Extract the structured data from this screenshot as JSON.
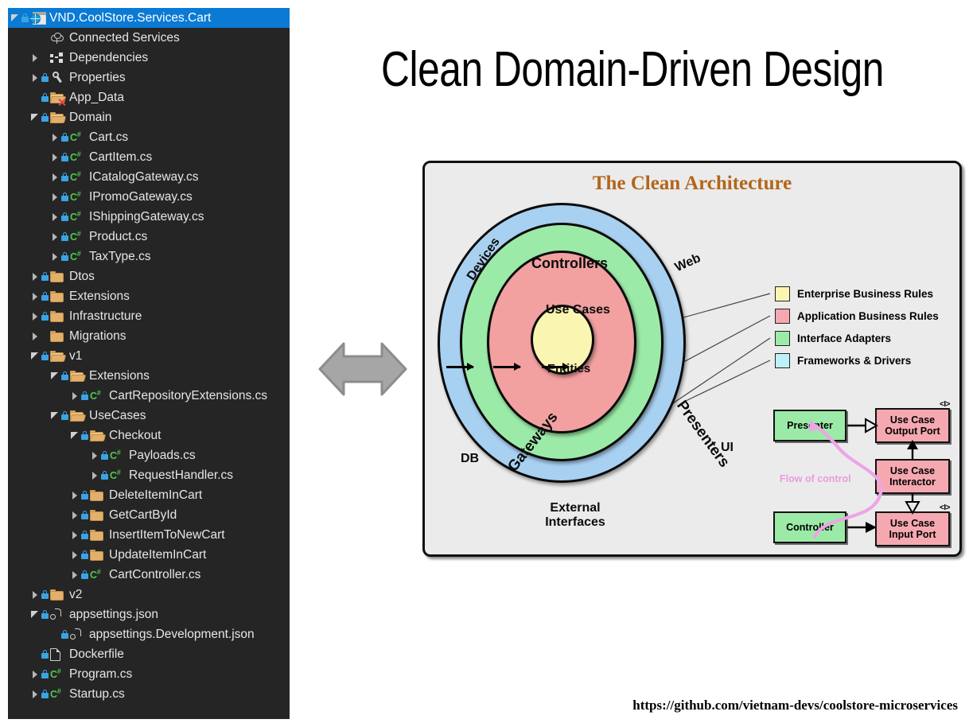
{
  "solution_explorer": {
    "project_title": "VND.CoolStore.Services.Cart",
    "tree": [
      {
        "label": "VND.CoolStore.Services.Cart",
        "depth": 0,
        "twisty": "expanded",
        "icon": "web-project-icon",
        "lock": true,
        "selected": true
      },
      {
        "label": "Connected Services",
        "depth": 1,
        "twisty": "none",
        "icon": "cloud-icon",
        "lock": false
      },
      {
        "label": "Dependencies",
        "depth": 1,
        "twisty": "collapsed",
        "icon": "dependencies-icon",
        "lock": false
      },
      {
        "label": "Properties",
        "depth": 1,
        "twisty": "collapsed",
        "icon": "wrench-icon",
        "lock": true
      },
      {
        "label": "App_Data",
        "depth": 1,
        "twisty": "none",
        "icon": "folder-open-error-icon",
        "lock": true
      },
      {
        "label": "Domain",
        "depth": 1,
        "twisty": "expanded",
        "icon": "folder-open-icon",
        "lock": true
      },
      {
        "label": "Cart.cs",
        "depth": 2,
        "twisty": "collapsed",
        "icon": "csharp-icon",
        "lock": true
      },
      {
        "label": "CartItem.cs",
        "depth": 2,
        "twisty": "collapsed",
        "icon": "csharp-icon",
        "lock": true
      },
      {
        "label": "ICatalogGateway.cs",
        "depth": 2,
        "twisty": "collapsed",
        "icon": "csharp-icon",
        "lock": true
      },
      {
        "label": "IPromoGateway.cs",
        "depth": 2,
        "twisty": "collapsed",
        "icon": "csharp-icon",
        "lock": true
      },
      {
        "label": "IShippingGateway.cs",
        "depth": 2,
        "twisty": "collapsed",
        "icon": "csharp-icon",
        "lock": true
      },
      {
        "label": "Product.cs",
        "depth": 2,
        "twisty": "collapsed",
        "icon": "csharp-icon",
        "lock": true
      },
      {
        "label": "TaxType.cs",
        "depth": 2,
        "twisty": "collapsed",
        "icon": "csharp-icon",
        "lock": true
      },
      {
        "label": "Dtos",
        "depth": 1,
        "twisty": "collapsed",
        "icon": "folder-icon",
        "lock": true
      },
      {
        "label": "Extensions",
        "depth": 1,
        "twisty": "collapsed",
        "icon": "folder-icon",
        "lock": true
      },
      {
        "label": "Infrastructure",
        "depth": 1,
        "twisty": "collapsed",
        "icon": "folder-icon",
        "lock": true
      },
      {
        "label": "Migrations",
        "depth": 1,
        "twisty": "collapsed",
        "icon": "folder-icon",
        "lock": false
      },
      {
        "label": "v1",
        "depth": 1,
        "twisty": "expanded",
        "icon": "folder-open-icon",
        "lock": true
      },
      {
        "label": "Extensions",
        "depth": 2,
        "twisty": "expanded",
        "icon": "folder-open-icon",
        "lock": true
      },
      {
        "label": "CartRepositoryExtensions.cs",
        "depth": 3,
        "twisty": "collapsed",
        "icon": "csharp-icon",
        "lock": true
      },
      {
        "label": "UseCases",
        "depth": 2,
        "twisty": "expanded",
        "icon": "folder-open-icon",
        "lock": true
      },
      {
        "label": "Checkout",
        "depth": 3,
        "twisty": "expanded",
        "icon": "folder-open-icon",
        "lock": true
      },
      {
        "label": "Payloads.cs",
        "depth": 4,
        "twisty": "collapsed",
        "icon": "csharp-icon",
        "lock": true
      },
      {
        "label": "RequestHandler.cs",
        "depth": 4,
        "twisty": "collapsed",
        "icon": "csharp-icon",
        "lock": true
      },
      {
        "label": "DeleteItemInCart",
        "depth": 3,
        "twisty": "collapsed",
        "icon": "folder-icon",
        "lock": true
      },
      {
        "label": "GetCartById",
        "depth": 3,
        "twisty": "collapsed",
        "icon": "folder-icon",
        "lock": true
      },
      {
        "label": "InsertItemToNewCart",
        "depth": 3,
        "twisty": "collapsed",
        "icon": "folder-icon",
        "lock": true
      },
      {
        "label": "UpdateItemInCart",
        "depth": 3,
        "twisty": "collapsed",
        "icon": "folder-icon",
        "lock": true
      },
      {
        "label": "CartController.cs",
        "depth": 3,
        "twisty": "collapsed",
        "icon": "csharp-icon",
        "lock": true
      },
      {
        "label": "v2",
        "depth": 1,
        "twisty": "collapsed",
        "icon": "folder-icon",
        "lock": true
      },
      {
        "label": "appsettings.json",
        "depth": 1,
        "twisty": "expanded",
        "icon": "json-icon",
        "lock": true
      },
      {
        "label": "appsettings.Development.json",
        "depth": 2,
        "twisty": "none",
        "icon": "json-icon",
        "lock": true
      },
      {
        "label": "Dockerfile",
        "depth": 1,
        "twisty": "none",
        "icon": "file-icon",
        "lock": true
      },
      {
        "label": "Program.cs",
        "depth": 1,
        "twisty": "collapsed",
        "icon": "csharp-icon",
        "lock": true
      },
      {
        "label": "Startup.cs",
        "depth": 1,
        "twisty": "collapsed",
        "icon": "csharp-icon",
        "lock": true
      }
    ]
  },
  "slide": {
    "title": "Clean Domain-Driven Design",
    "footer_url": "https://github.com/vietnam-devs/coolstore-microservices",
    "swap_arrow_icon": "double-arrow-horizontal-icon"
  },
  "clean_architecture": {
    "title": "The Clean Architecture",
    "rings": [
      {
        "name": "Frameworks & Drivers",
        "color": "#a8d0f0"
      },
      {
        "name": "Interface Adapters",
        "color": "#9ceaa7"
      },
      {
        "name": "Application Business Rules",
        "color": "#f2a0a0"
      },
      {
        "name": "Enterprise Business Rules",
        "color": "#faf5b0"
      }
    ],
    "ring_labels": {
      "devices": "Devices",
      "web": "Web",
      "db": "DB",
      "ui": "UI",
      "gateways": "Gateways",
      "presenters": "Presenters",
      "controllers": "Controllers",
      "use_cases": "Use Cases",
      "entities": "Entities",
      "external_interfaces": "External\nInterfaces"
    },
    "legend": [
      {
        "label": "Enterprise Business Rules",
        "color": "#faf5b0"
      },
      {
        "label": "Application Business Rules",
        "color": "#f6a8b0"
      },
      {
        "label": "Interface Adapters",
        "color": "#9ceaa7"
      },
      {
        "label": "Frameworks & Drivers",
        "color": "#bdf0f8"
      }
    ],
    "uml": {
      "presenter": "Presenter",
      "controller": "Controller",
      "output_port": "Use Case\nOutput Port",
      "interactor": "Use Case\nInteractor",
      "input_port": "Use Case\nInput Port",
      "interface_tag": "<I>",
      "flow_label": "Flow of control"
    }
  }
}
